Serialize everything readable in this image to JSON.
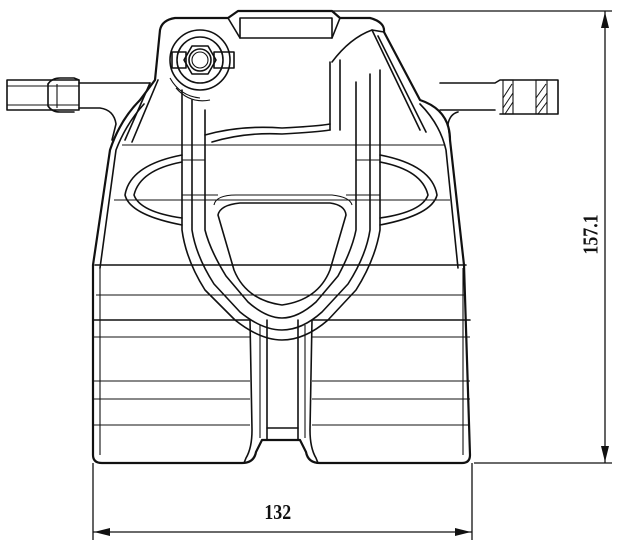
{
  "drawing": {
    "subject": "brake caliper front view",
    "line_color": "#111111",
    "background": "#ffffff"
  },
  "dimensions": {
    "width": {
      "value": "132",
      "orientation": "horizontal"
    },
    "height": {
      "value": "157.1",
      "orientation": "vertical"
    }
  }
}
